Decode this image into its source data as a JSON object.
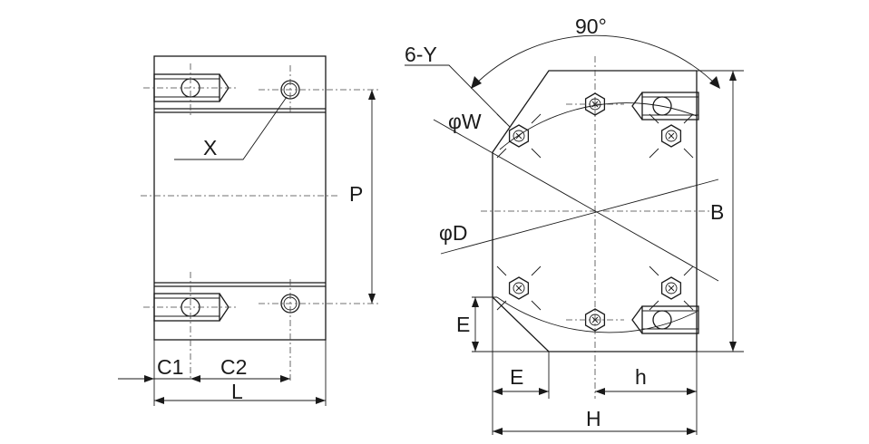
{
  "labels": {
    "angle": "90°",
    "hole_count": "6-Y",
    "phi_w": "φW",
    "phi_d": "φD",
    "x": "X",
    "p": "P",
    "b": "B",
    "e_vertical": "E",
    "e_horizontal": "E",
    "h_small": "h",
    "h_total": "H",
    "c1": "C1",
    "c2": "C2",
    "l": "L"
  }
}
